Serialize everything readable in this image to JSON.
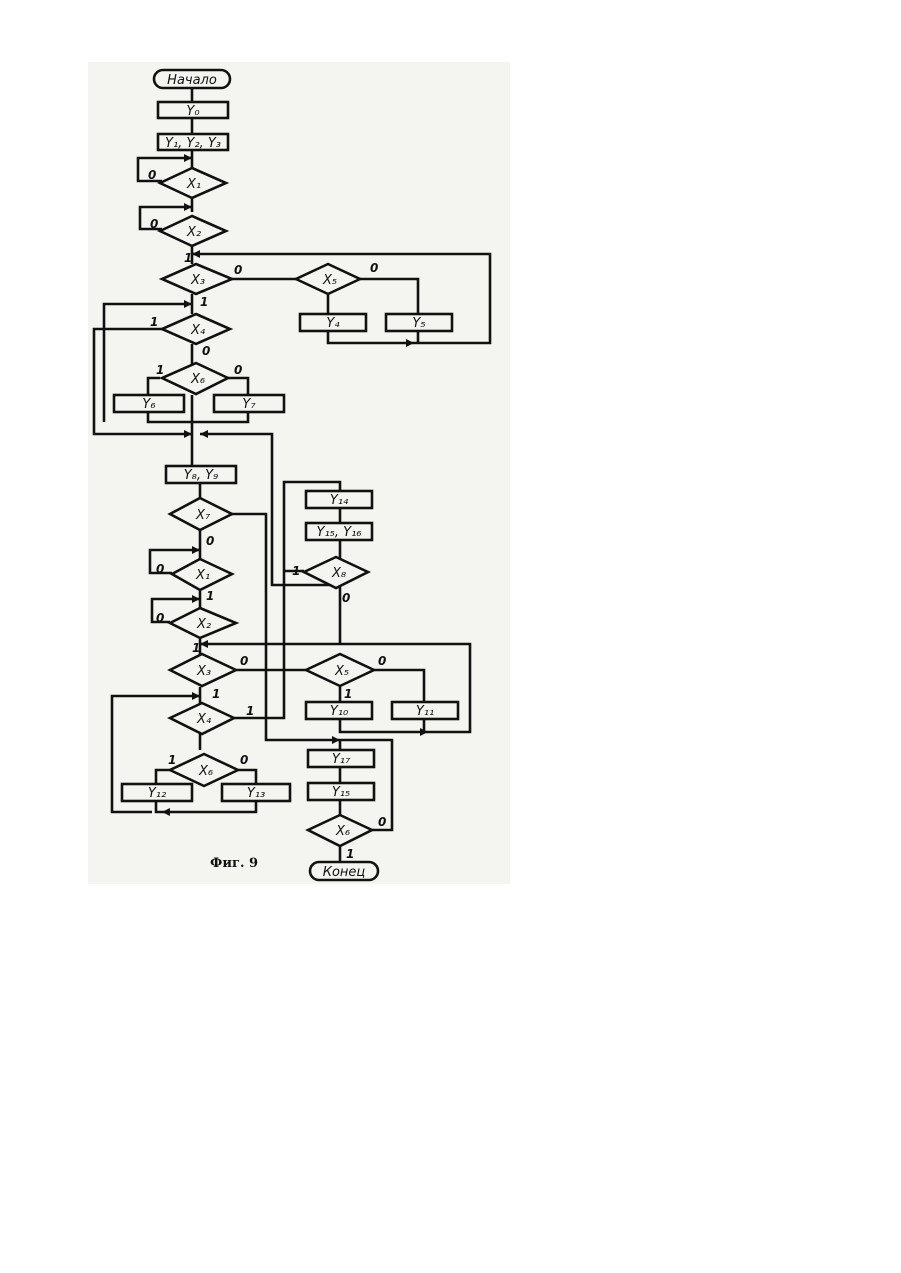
{
  "caption": "Фиг. 9",
  "nodes": {
    "start": "Начало",
    "y0": "Y₀",
    "y1y2y3": "Y₁, Y₂, Y₃",
    "x1_a": "X₁",
    "x2_a": "X₂",
    "x3_a": "X₃",
    "x5_a": "X₅",
    "y4": "Y₄",
    "y5": "Y₅",
    "x4_a": "X₄",
    "x6_a": "X₆",
    "y6": "Y₆",
    "y7": "Y₇",
    "y8y9": "Y₈, Y₉",
    "x7": "X₇",
    "x1_b": "X₁",
    "x2_b": "X₂",
    "x3_b": "X₃",
    "x5_b": "X₅",
    "y10": "Y₁₀",
    "y11": "Y₁₁",
    "x4_b": "X₄",
    "x6_b": "X₆",
    "y12": "Y₁₂",
    "y13": "Y₁₃",
    "y14": "Y₁₄",
    "y15y16": "Y₁₅, Y₁₆",
    "x8": "X₈",
    "y17": "Y₁₇",
    "y18": "Y₁₅",
    "x6_c": "X₆",
    "end": "Конец"
  },
  "branches": {
    "zero": "0",
    "one": "1"
  }
}
